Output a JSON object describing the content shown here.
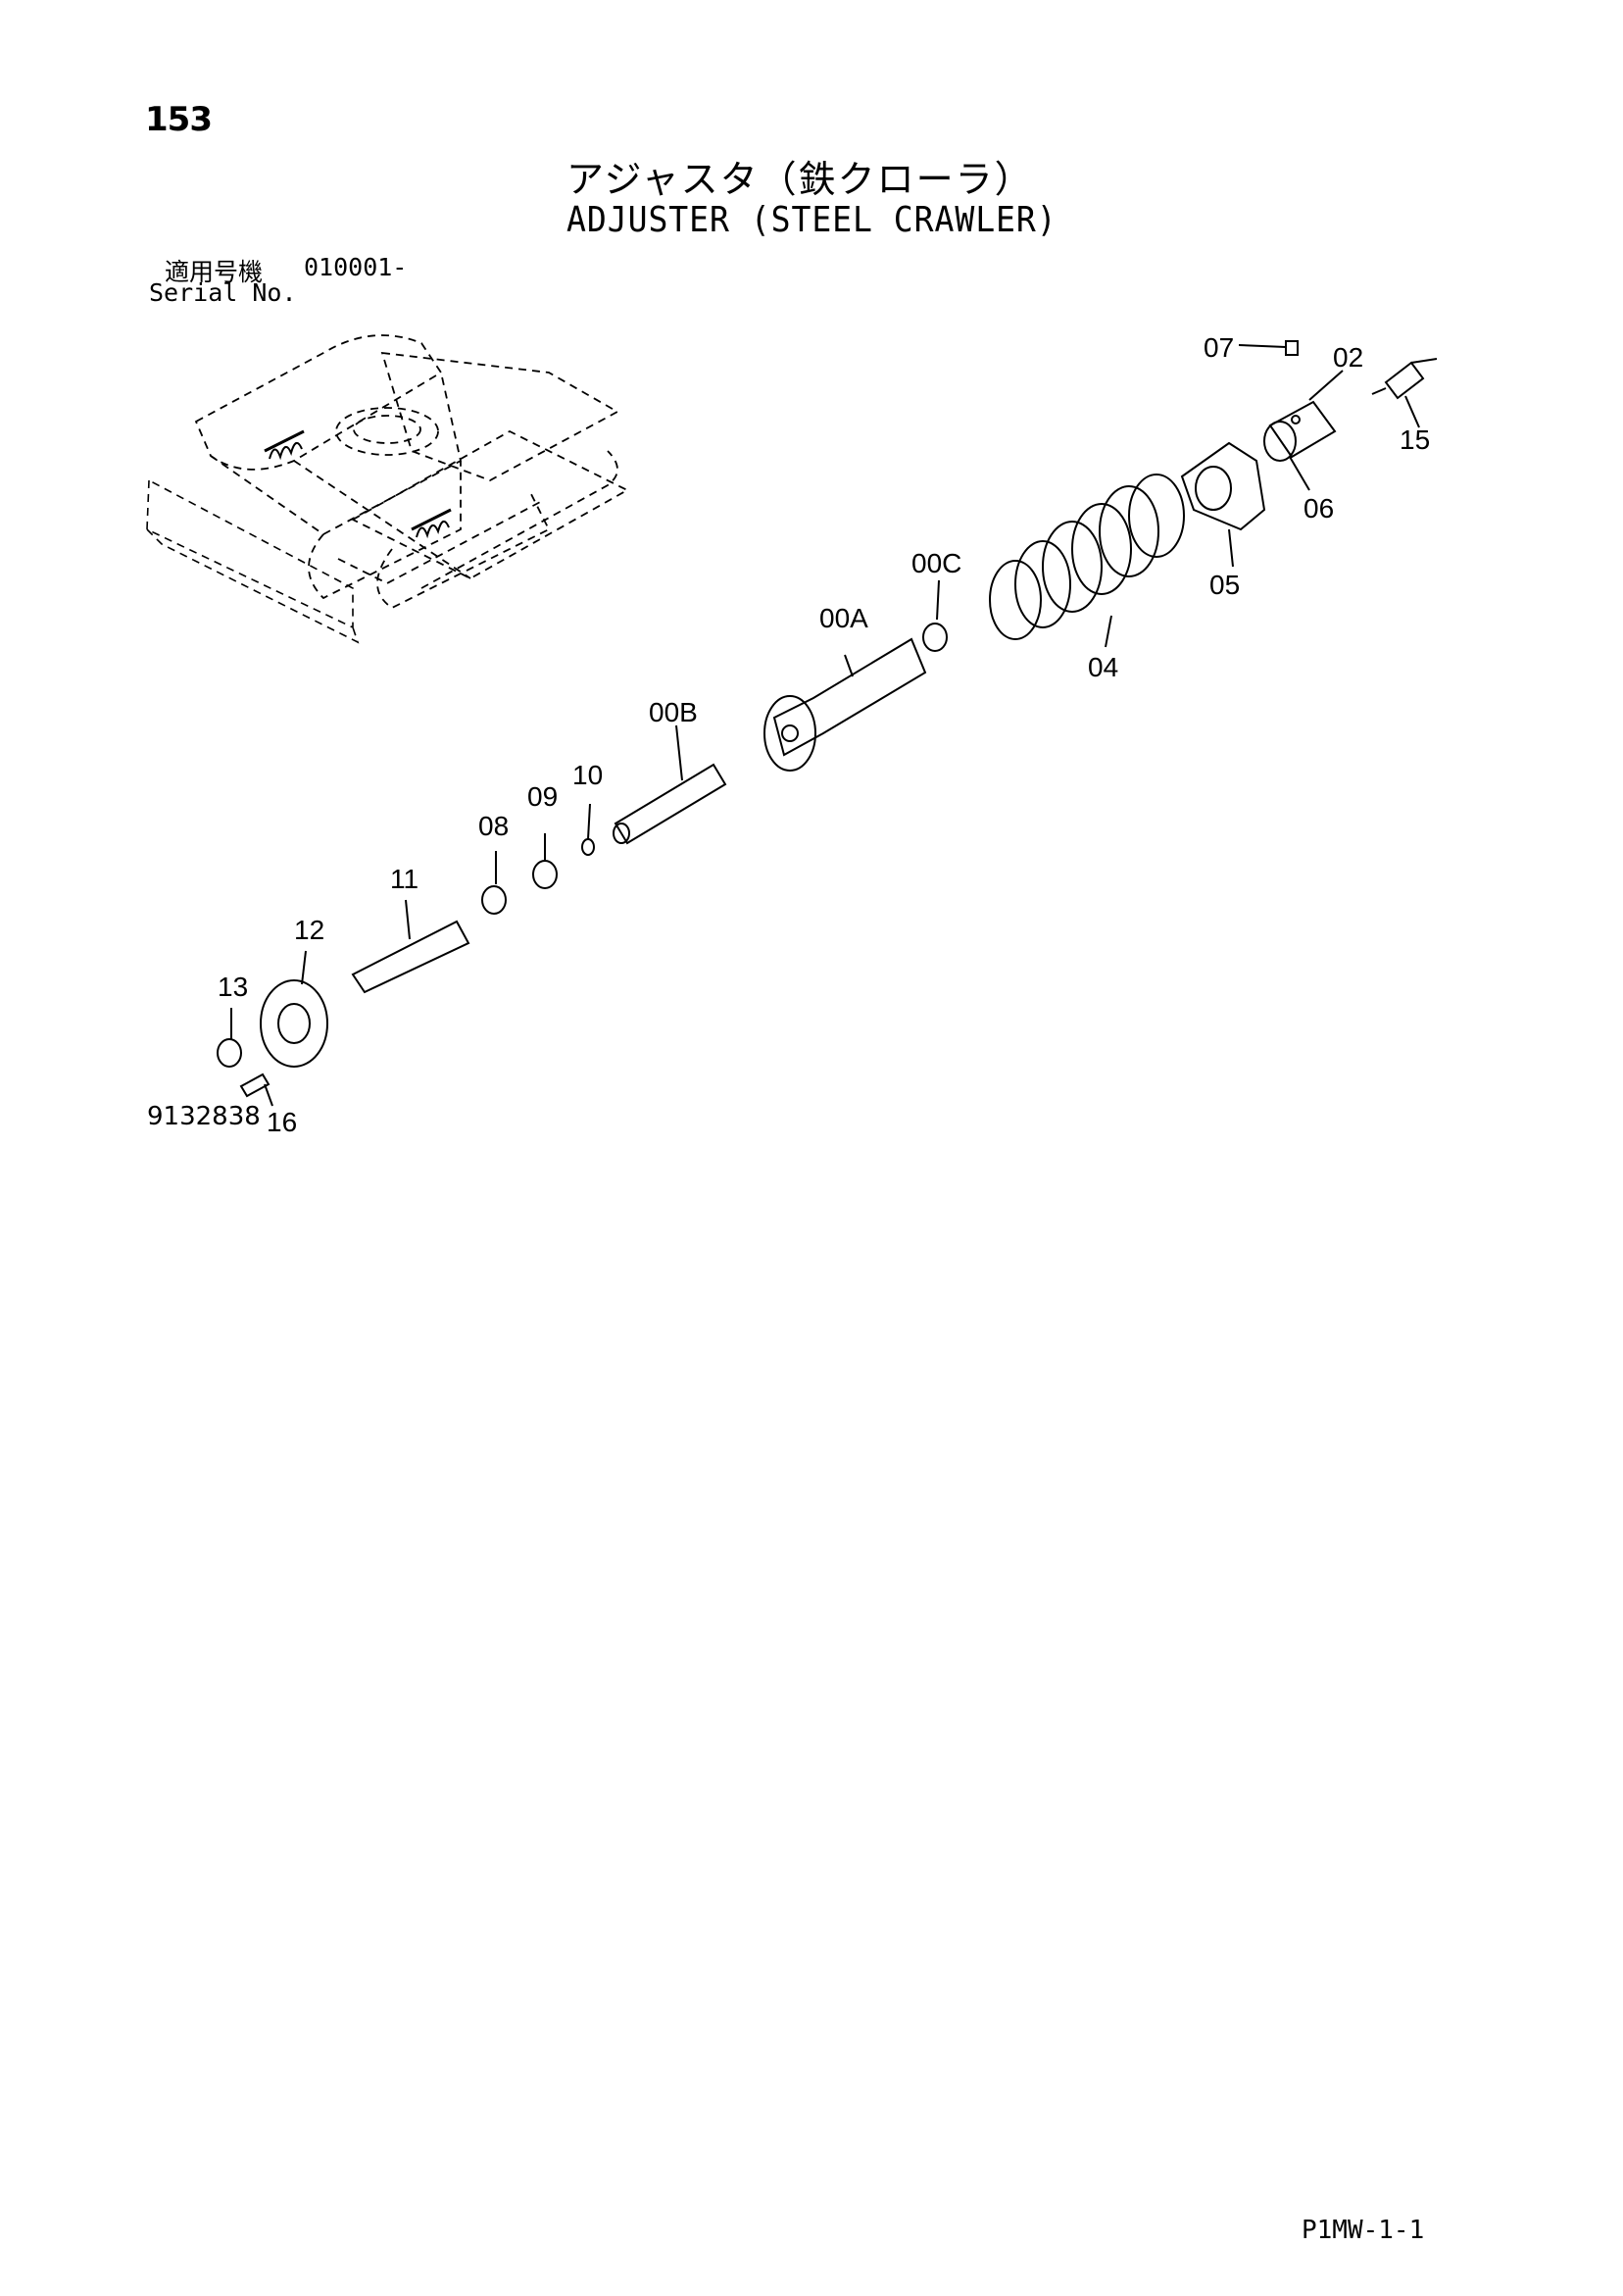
{
  "header": {
    "page_number": "153",
    "title_jp": "アジャスタ（鉄クローラ）",
    "title_en": "ADJUSTER (STEEL CRAWLER)",
    "serial_label_jp": "適用号機",
    "serial_value": "010001-",
    "serial_label_en": "Serial No."
  },
  "diagram": {
    "drawing_number": "9132838",
    "callouts": {
      "c07": "07",
      "c02": "02",
      "c15": "15",
      "c06": "06",
      "c05": "05",
      "c04": "04",
      "c00C": "00C",
      "c00A": "00A",
      "c00B": "00B",
      "c10": "10",
      "c09": "09",
      "c08": "08",
      "c11": "11",
      "c12": "12",
      "c13": "13",
      "c16": "16"
    }
  },
  "footer": {
    "page_code": "P1MW-1-1"
  }
}
